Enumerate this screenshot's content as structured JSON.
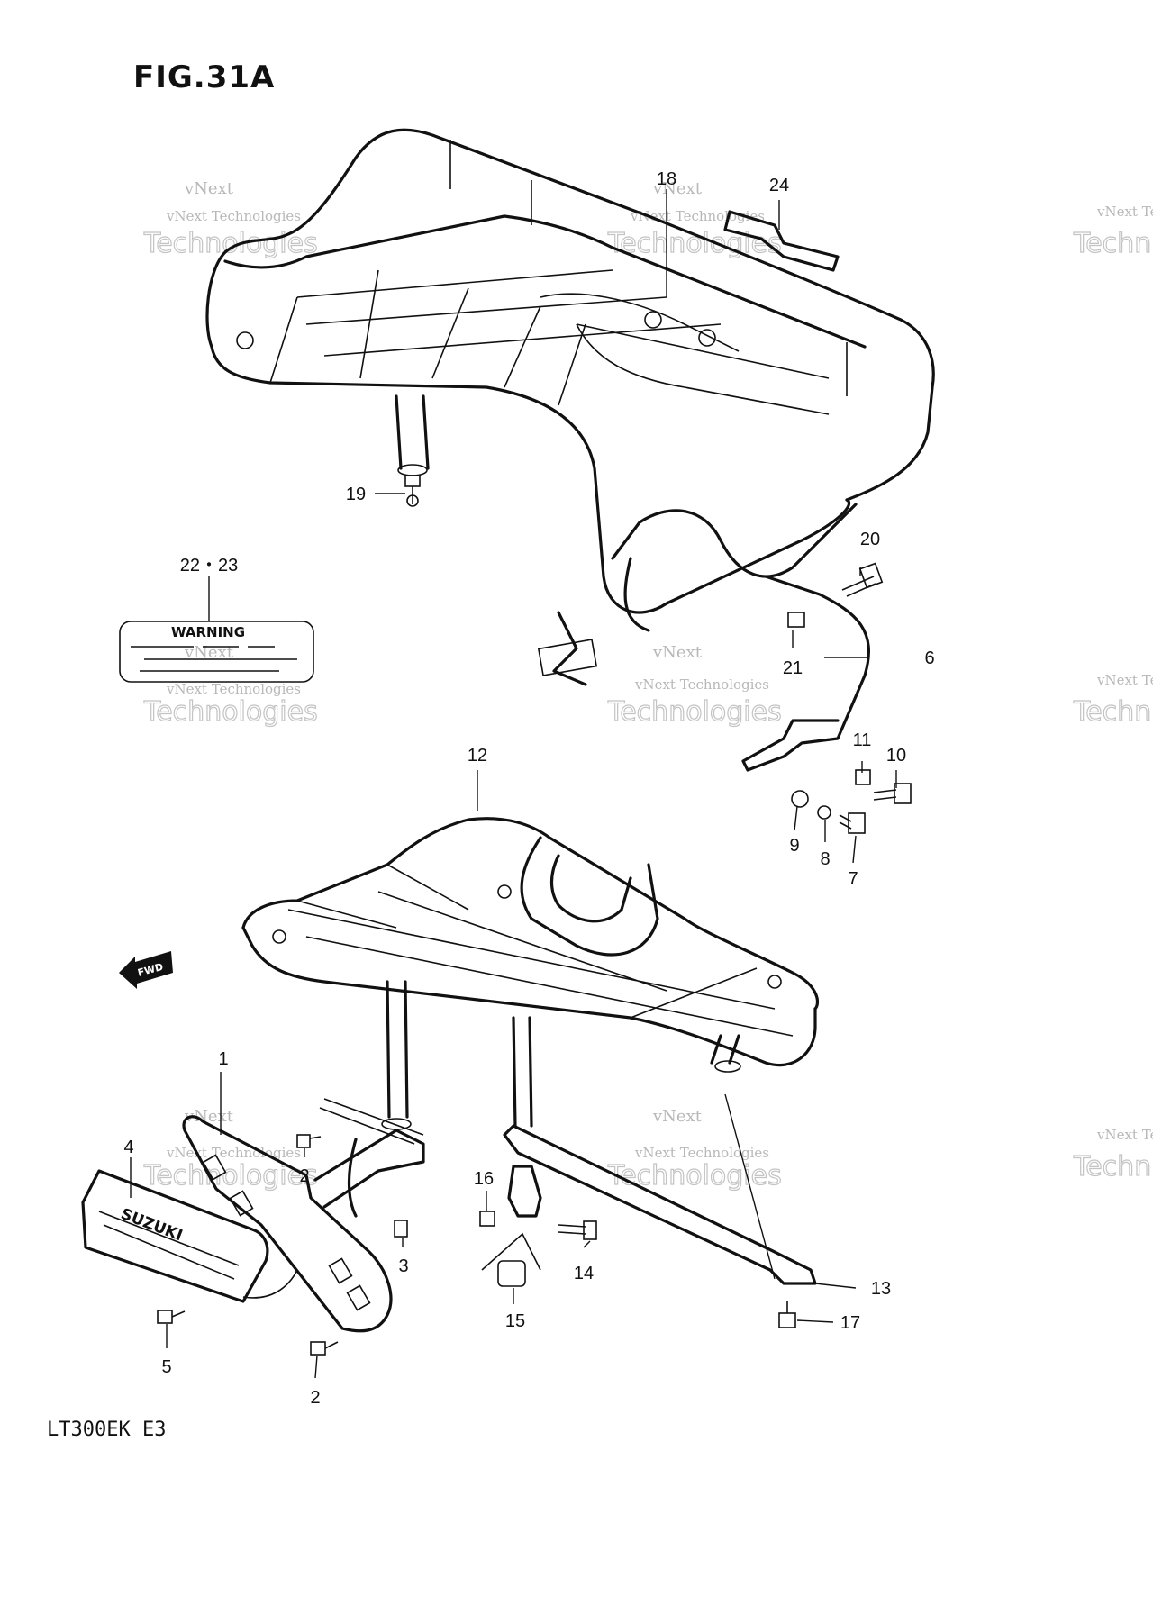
{
  "figure": {
    "title": "FIG.31A",
    "model": "LT300EK E3"
  },
  "callouts": [
    {
      "id": "c1",
      "text": "1"
    },
    {
      "id": "c2a",
      "text": "2"
    },
    {
      "id": "c2b",
      "text": "2"
    },
    {
      "id": "c3",
      "text": "3"
    },
    {
      "id": "c4",
      "text": "4"
    },
    {
      "id": "c5",
      "text": "5"
    },
    {
      "id": "c6",
      "text": "6"
    },
    {
      "id": "c7",
      "text": "7"
    },
    {
      "id": "c8",
      "text": "8"
    },
    {
      "id": "c9",
      "text": "9"
    },
    {
      "id": "c10",
      "text": "10"
    },
    {
      "id": "c11",
      "text": "11"
    },
    {
      "id": "c12",
      "text": "12"
    },
    {
      "id": "c13",
      "text": "13"
    },
    {
      "id": "c14",
      "text": "14"
    },
    {
      "id": "c15",
      "text": "15"
    },
    {
      "id": "c16",
      "text": "16"
    },
    {
      "id": "c17",
      "text": "17"
    },
    {
      "id": "c18",
      "text": "18"
    },
    {
      "id": "c19",
      "text": "19"
    },
    {
      "id": "c20",
      "text": "20"
    },
    {
      "id": "c21",
      "text": "21"
    },
    {
      "id": "c2223",
      "text": "22・23"
    },
    {
      "id": "c24",
      "text": "24"
    }
  ],
  "warning_label": {
    "heading": "WARNING"
  },
  "fwd_arrow": {
    "text": "FWD"
  },
  "heat_shield": {
    "brand": "SUZUKI"
  },
  "watermark": {
    "line1": "vNext",
    "line2": "vNext Technologies",
    "line3": "Technologies",
    "edge1": "vNext Te",
    "edge2": "Techn",
    "edge3": "vN"
  },
  "colors": {
    "ink": "#111111",
    "watermark": "#b8b8b8",
    "background": "#ffffff"
  }
}
